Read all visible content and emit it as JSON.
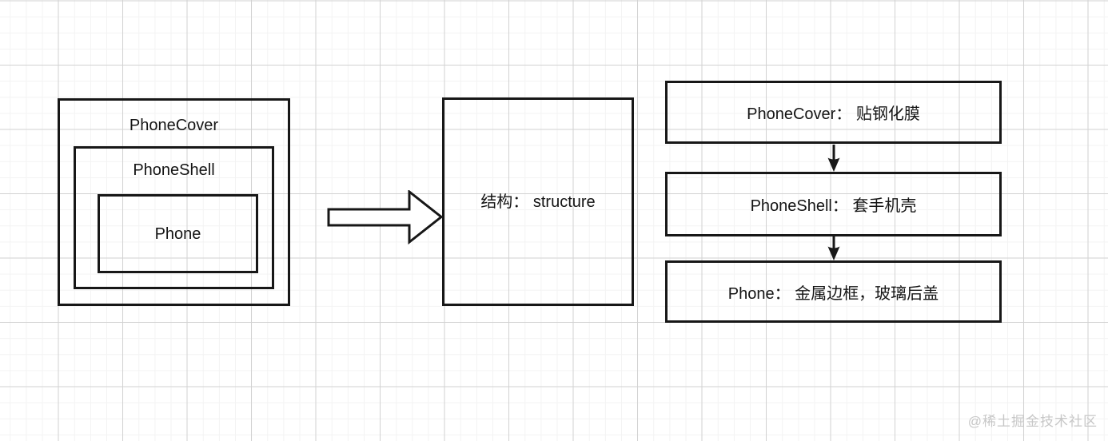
{
  "diagram": {
    "nested": {
      "outer_label": "PhoneCover",
      "middle_label": "PhoneShell",
      "inner_label": "Phone"
    },
    "structure_box": {
      "label": "结构： structure"
    },
    "flow": [
      {
        "label": "PhoneCover： 贴钢化膜"
      },
      {
        "label": "PhoneShell： 套手机壳"
      },
      {
        "label": "Phone： 金属边框，玻璃后盖"
      }
    ],
    "icons": {
      "right_arrow": "right-arrow-icon",
      "down_arrow": "down-arrow-icon"
    },
    "colors": {
      "stroke": "#171717",
      "background": "#ffffff",
      "grid_minor": "#f3f3f3",
      "grid_major": "#d2d2d2",
      "text": "#141414",
      "watermark": "#c7c7c7"
    }
  },
  "watermark": {
    "text": "@稀土掘金技术社区"
  }
}
